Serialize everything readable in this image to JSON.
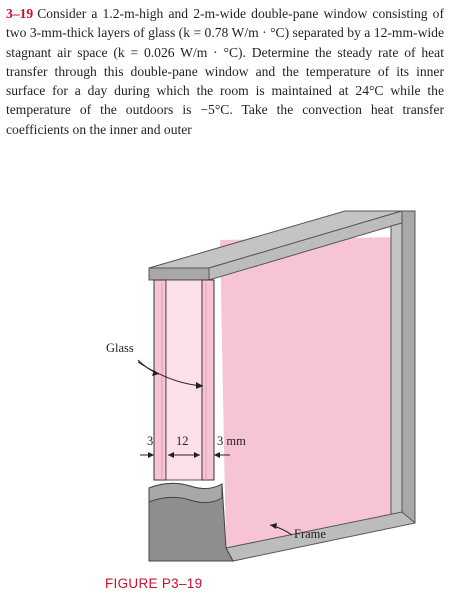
{
  "problem": {
    "number": "3–19",
    "text": "Consider a 1.2-m-high and 2-m-wide double-pane window consisting of two 3-mm-thick layers of glass (k = 0.78 W/m · °C) separated by a 12-mm-wide stagnant air space (k = 0.026 W/m · °C). Determine the steady rate of heat transfer through this double-pane window and the temperature of its inner surface for a day during which the room is maintained at 24°C while the temperature of the outdoors is −5°C. Take the convection heat transfer coefficients on the inner and outer"
  },
  "figure": {
    "label_glass": "Glass",
    "dim_glass": "3",
    "dim_air": "12",
    "dim_unit": "3 mm",
    "label_frame": "Frame",
    "caption": "FIGURE P3–19"
  },
  "colors": {
    "pane": "#f7c3d6",
    "frame_light": "#c4c4c6",
    "frame_mid": "#a8a8aa",
    "frame_dark": "#8e8e90",
    "caption": "#c8102e"
  }
}
